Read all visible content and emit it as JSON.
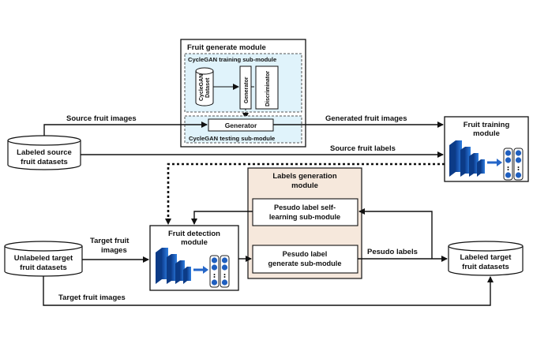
{
  "fruit_generate_module": {
    "title": "Fruit generate module",
    "training_submodule": "CycleGAN training sub-module",
    "dataset_line1": "CycleGAN",
    "dataset_line2": "Dataset",
    "generator_vertical": "Generator",
    "discriminator_vertical": "Discriminator",
    "generator": "Generator",
    "testing_submodule": "CycleGAN testing sub-module"
  },
  "labeled_source": {
    "line1": "Labeled source",
    "line2": "fruit datasets"
  },
  "unlabeled_target": {
    "line1": "Unlabeled target",
    "line2": "fruit datasets"
  },
  "labeled_target": {
    "line1": "Labeled target",
    "line2": "fruit datasets"
  },
  "fruit_training_module": {
    "line1": "Fruit training",
    "line2": "module"
  },
  "fruit_detection_module": {
    "line1": "Fruit detection",
    "line2": "module"
  },
  "labels_generation_module": {
    "title_line1": "Labels generation",
    "title_line2": "module",
    "self_learning_line1": "Pesudo label self-",
    "self_learning_line2": "learning sub-module",
    "generate_line1": "Pesudo label",
    "generate_line2": "generate sub-module"
  },
  "edges": {
    "source_fruit_images": "Source fruit images",
    "generated_fruit_images": "Generated fruit images",
    "source_fruit_labels": "Source fruit labels",
    "target_fruit_images_top_line1": "Target fruit",
    "target_fruit_images_top_line2": "images",
    "pesudo_labels": "Pesudo labels",
    "target_fruit_images_bottom": "Target fruit images"
  },
  "colors": {
    "module_fill": "#e0f3fb",
    "labels_module_fill": "#f6e8dc",
    "accent_blue": "#1f5fbf",
    "line": "#111111"
  },
  "icons": [
    "database-cylinder",
    "neural-network-icon"
  ]
}
